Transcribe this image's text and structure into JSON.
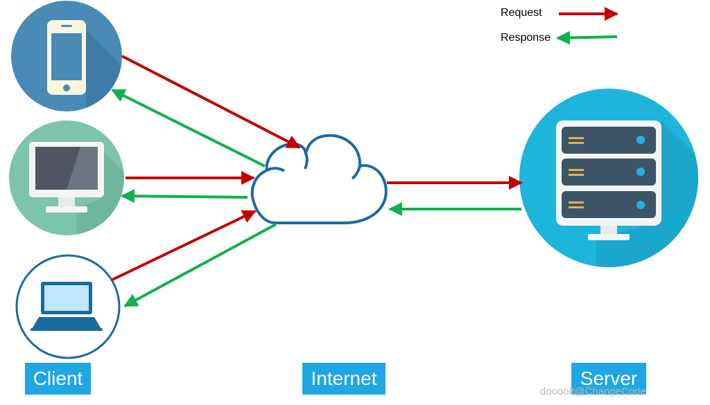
{
  "legend": {
    "request_label": "Request",
    "response_label": "Response",
    "request_color": "#c00000",
    "response_color": "#10b04a"
  },
  "labels": {
    "client": "Client",
    "internet": "Internet",
    "server": "Server"
  },
  "watermark": "doooolt@ChangeCode",
  "colors": {
    "phone_circle": "#4a8ab6",
    "monitor_circle": "#7dc4ac",
    "laptop_ring": "#1a6aa0",
    "cloud_stroke": "#1a6aa0",
    "server_circle": "#1fb4dc",
    "label_bg": "#1ea7e4"
  },
  "icons": [
    "phone-icon",
    "monitor-icon",
    "laptop-icon",
    "cloud-icon",
    "server-icon"
  ]
}
